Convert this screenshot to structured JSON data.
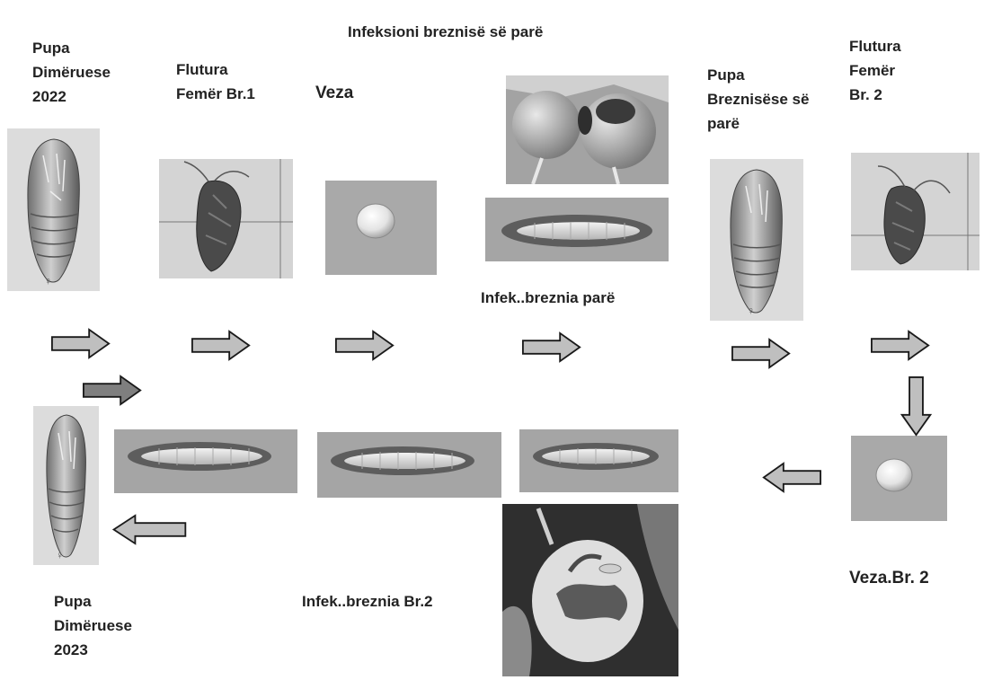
{
  "title": "Infeksioni breznisë  së parë",
  "labels": {
    "pupa_2022": "Pupa\nDimëruese\n2022",
    "flutura_femer_1": "Flutura\nFemër Br.1",
    "veza": "Veza",
    "pupa_brezni_pare": "Pupa\nBreznisëse së\nparë",
    "flutura_femer_2": "Flutura\nFemër\n Br. 2",
    "infek_brezni_pare": "Infek..breznia parë",
    "veza_br2": "Veza.Br. 2",
    "pupa_2023": "Pupa\nDimëruese\n2023",
    "infek_brezni_2": "Infek..breznia  Br.2"
  },
  "colors": {
    "arrow_fill": "#bfbfbf",
    "arrow_stroke": "#1a1a1a",
    "arrow_fill_dark": "#7f7f7f"
  }
}
